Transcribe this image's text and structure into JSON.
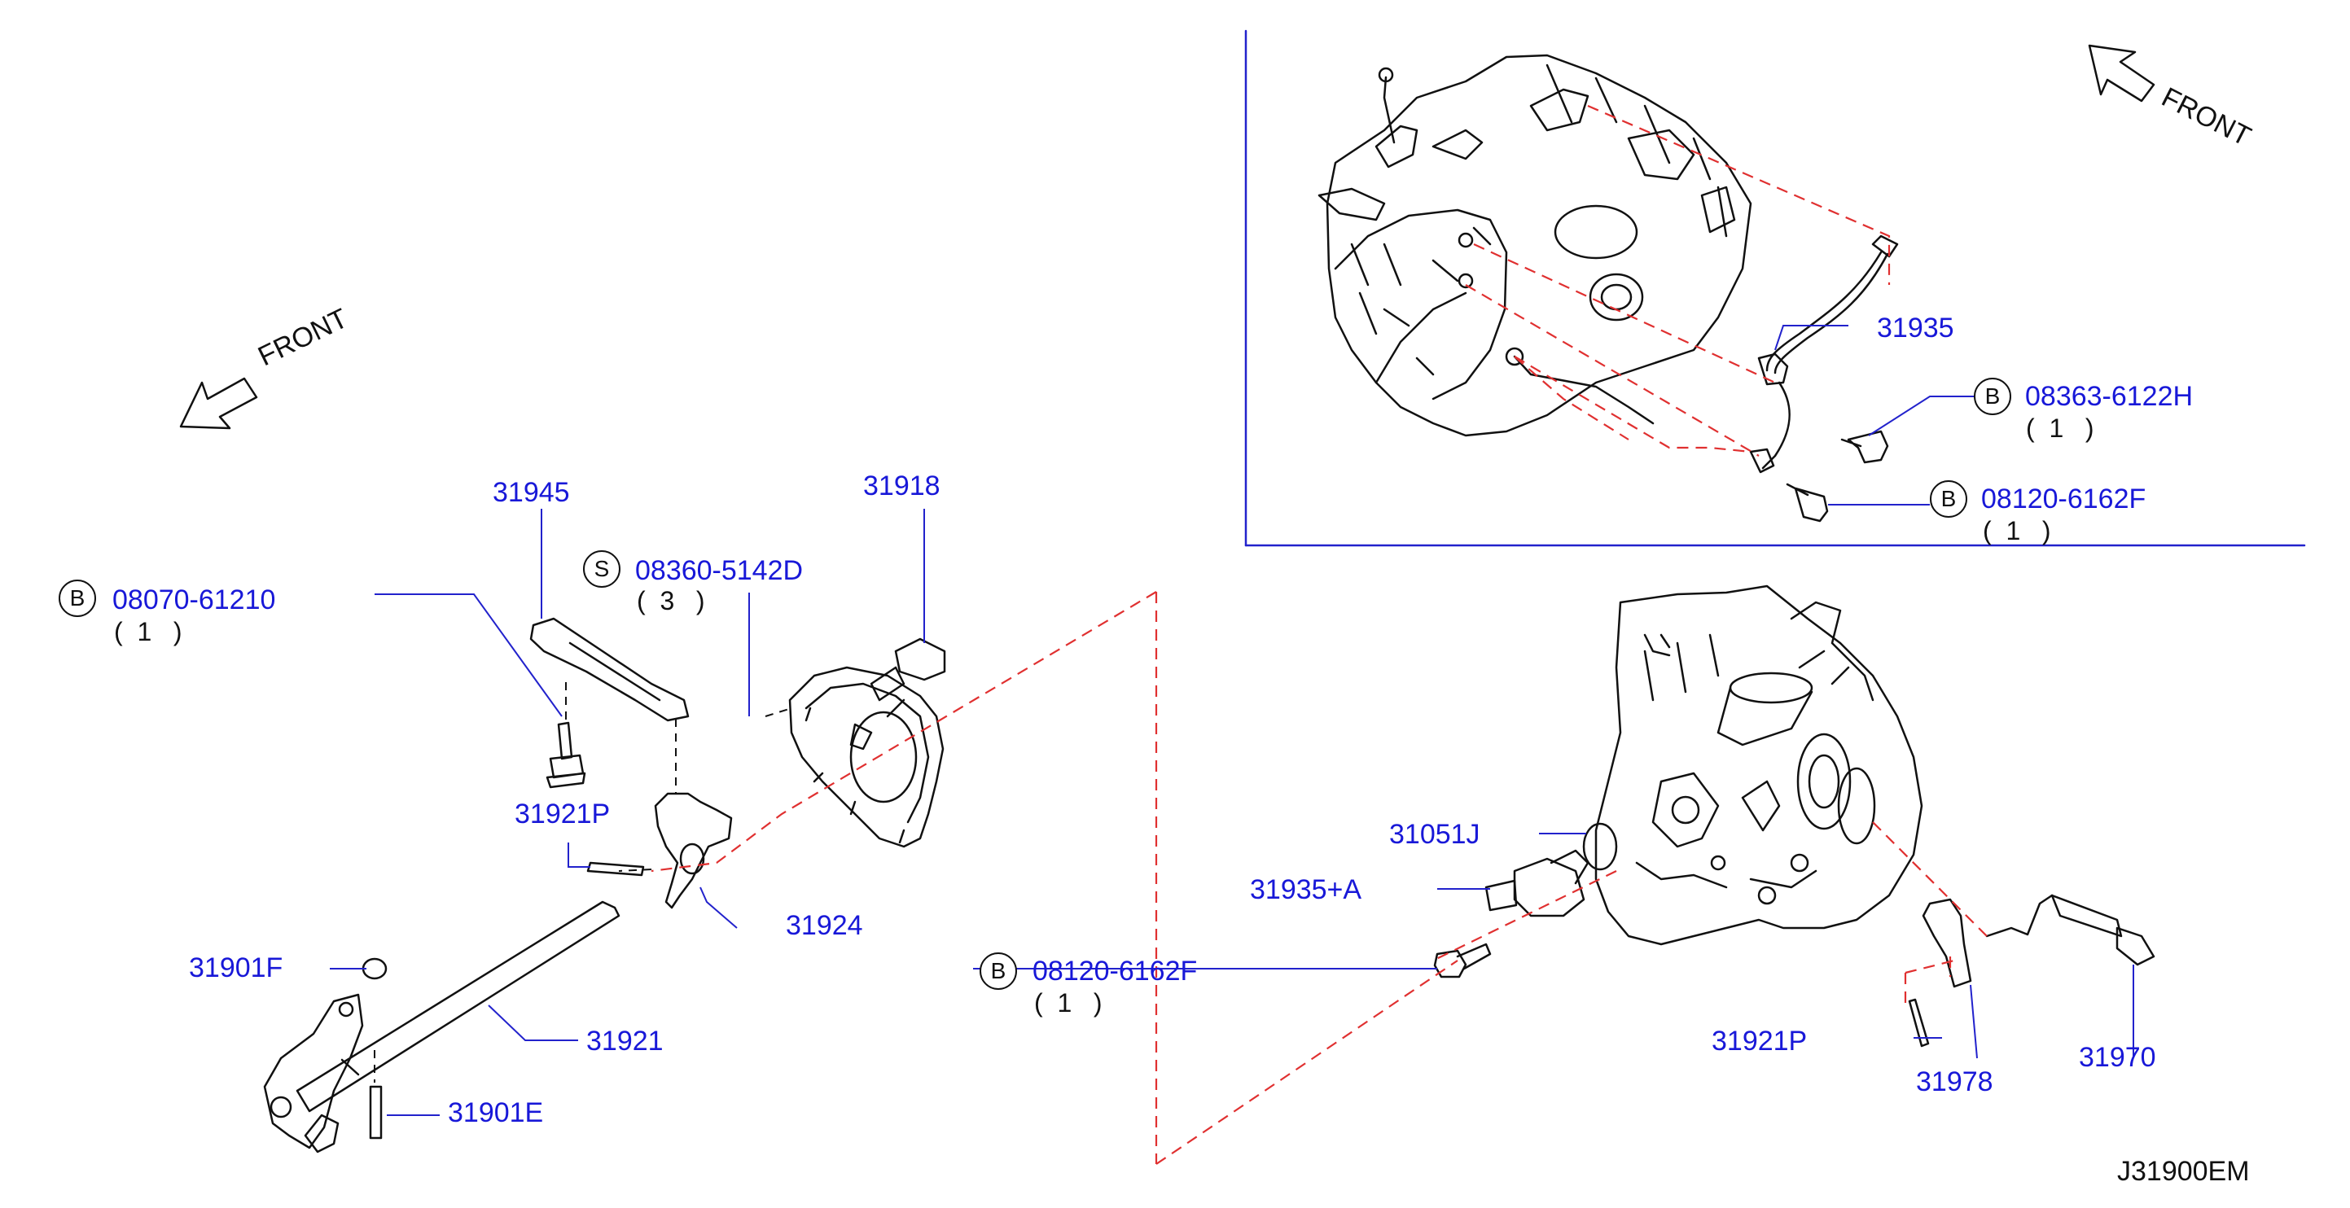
{
  "front_label": "FRONT",
  "diagram_code": "J31900EM",
  "parts": {
    "p31945": "31945",
    "p31918": "31918",
    "p31921P_left": "31921P",
    "p31924": "31924",
    "p31901F": "31901F",
    "p31921": "31921",
    "p31901E": "31901E",
    "p31935": "31935",
    "p31051J": "31051J",
    "p31935A": "31935+A",
    "p31921P_right": "31921P",
    "p31978": "31978",
    "p31970": "31970"
  },
  "bolts": {
    "b08070": {
      "mark": "B",
      "code": "08070-61210",
      "qty": "(  1   )"
    },
    "s08360": {
      "mark": "S",
      "code": "08360-5142D",
      "qty": "(  3   )"
    },
    "b08120_left": {
      "mark": "B",
      "code": "08120-6162F",
      "qty": "(  1   )"
    },
    "b08363": {
      "mark": "B",
      "code": "08363-6122H",
      "qty": "(  1   )"
    },
    "b08120_right": {
      "mark": "B",
      "code": "08120-6162F",
      "qty": "(  1   )"
    }
  },
  "colors": {
    "label_blue": "#1818d8",
    "leader_blue": "#2222cc",
    "dashed_red": "#e03030",
    "ink": "#111111"
  }
}
